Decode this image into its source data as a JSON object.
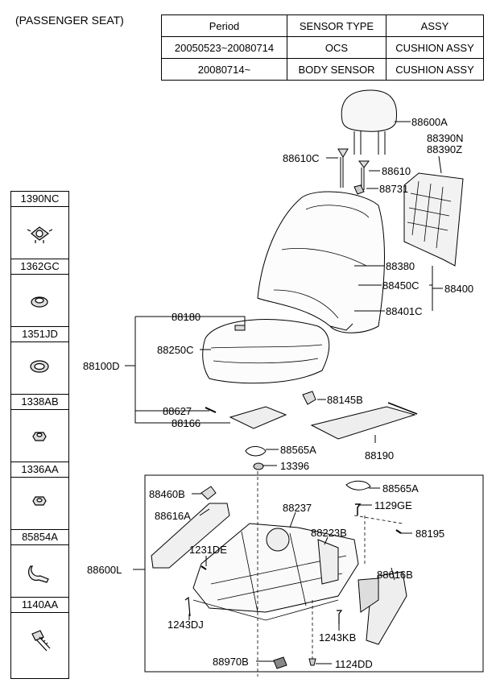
{
  "header": {
    "title": "(PASSENGER SEAT)"
  },
  "spec_table": {
    "columns": [
      "Period",
      "SENSOR TYPE",
      "ASSY"
    ],
    "rows": [
      [
        "20050523~20080714",
        "OCS",
        "CUSHION ASSY"
      ],
      [
        "20080714~",
        "BODY SENSOR",
        "CUSHION ASSY"
      ]
    ]
  },
  "sidebar": {
    "items": [
      {
        "code": "1390NC",
        "icon": "plastic-clip-icon"
      },
      {
        "code": "1362GC",
        "icon": "grommet-icon"
      },
      {
        "code": "1351JD",
        "icon": "ring-grommet-icon"
      },
      {
        "code": "1338AB",
        "icon": "nut-icon"
      },
      {
        "code": "1336AA",
        "icon": "hex-nut-icon"
      },
      {
        "code": "85854A",
        "icon": "cable-clamp-icon"
      },
      {
        "code": "1140AA",
        "icon": "bolt-icon"
      }
    ]
  },
  "parts": {
    "p88600A": "88600A",
    "p88390N": "88390N",
    "p88390Z": "88390Z",
    "p88610C": "88610C",
    "p88610": "88610",
    "p88731": "88731",
    "p88380": "88380",
    "p88450C": "88450C",
    "p88400": "88400",
    "p88401C": "88401C",
    "p88180": "88180",
    "p88250C": "88250C",
    "p88100D": "88100D",
    "p88627": "88627",
    "p88145B": "88145B",
    "p88166": "88166",
    "p88565A_1": "88565A",
    "p88190": "88190",
    "p13396": "13396",
    "p88460B": "88460B",
    "p88565A_2": "88565A",
    "p1129GE": "1129GE",
    "p88616A": "88616A",
    "p88237": "88237",
    "p88223B": "88223B",
    "p88195": "88195",
    "p1231DE": "1231DE",
    "p88600L": "88600L",
    "p88616B": "88616B",
    "p1243DJ": "1243DJ",
    "p1243KB": "1243KB",
    "p88970B": "88970B",
    "p1124DD": "1124DD"
  }
}
